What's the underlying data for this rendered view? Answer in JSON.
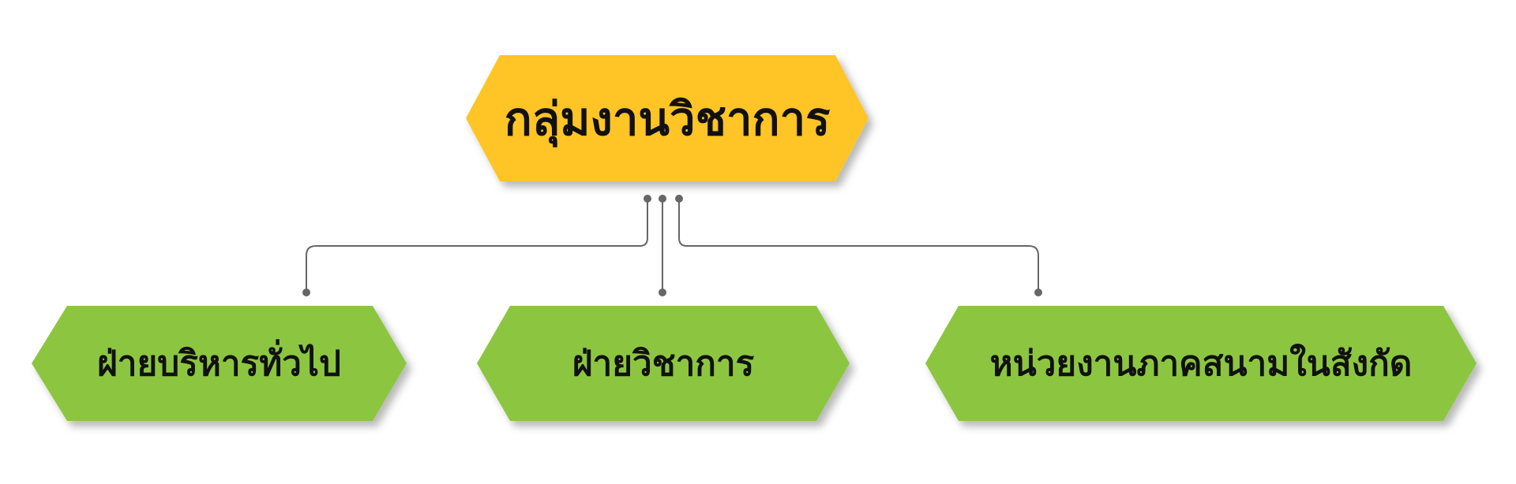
{
  "diagram": {
    "root": {
      "label": "กลุ่มงานวิชาการ",
      "color": "#FFC425"
    },
    "children": [
      {
        "label": "ฝ่ายบริหารทั่วไป",
        "color": "#8CC641"
      },
      {
        "label": "ฝ่ายวิชาการ",
        "color": "#8CC641"
      },
      {
        "label": "หน่วยงานภาคสนามในสังกัด",
        "color": "#8CC641"
      }
    ],
    "connector_color": "#666666"
  }
}
